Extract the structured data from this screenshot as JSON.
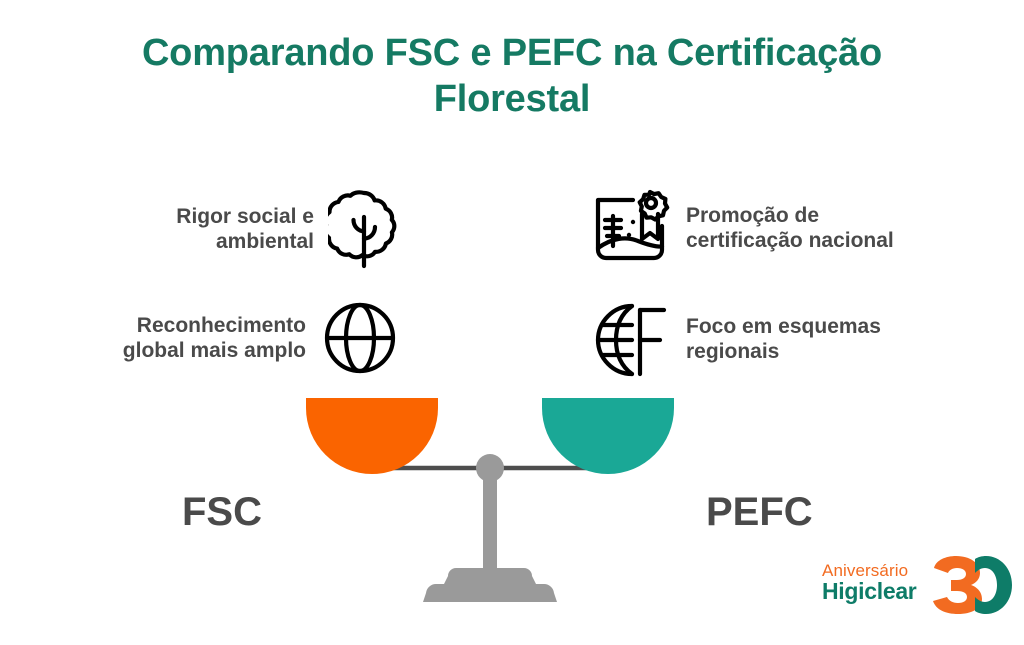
{
  "page": {
    "background": "#FFFFFF",
    "title": "Comparando FSC e PEFC na Certificação Florestal",
    "title_color": "#157A63"
  },
  "colors": {
    "title_green": "#157A63",
    "orange": "#FA6400",
    "teal": "#1AA896",
    "text_gray": "#4A4A4A",
    "scale_gray": "#9A9A9A",
    "beam_dark": "#4D4D4D",
    "icon_black": "#000000"
  },
  "left_side": {
    "name": "FSC",
    "pan_color": "#FA6400",
    "features": [
      {
        "label": "Rigor social e\nambiental",
        "icon": "tree-icon"
      },
      {
        "label": "Reconhecimento\nglobal mais amplo",
        "icon": "globe-icon"
      }
    ]
  },
  "right_side": {
    "name": "PEFC",
    "pan_color": "#1AA896",
    "features": [
      {
        "label": "Promoção de\ncertificação nacional",
        "icon": "certificate-landscape-icon"
      },
      {
        "label": "Foco em esquemas\nregionais",
        "icon": "regional-globe-icon"
      }
    ]
  },
  "scale": {
    "name": "balance-scale",
    "pivot_color": "#9A9A9A",
    "beam_color": "#4D4D4D",
    "base_color": "#9A9A9A",
    "balanced": true
  },
  "logo": {
    "line1": "Aniversário",
    "line2": "Higiclear",
    "number": "30",
    "number_digit_1": "3",
    "number_digit_2": "0",
    "line1_color": "#F26B21",
    "line2_color": "#0E7C68",
    "digit_1_color": "#F26B21",
    "digit_2_color": "#0E7C68"
  }
}
